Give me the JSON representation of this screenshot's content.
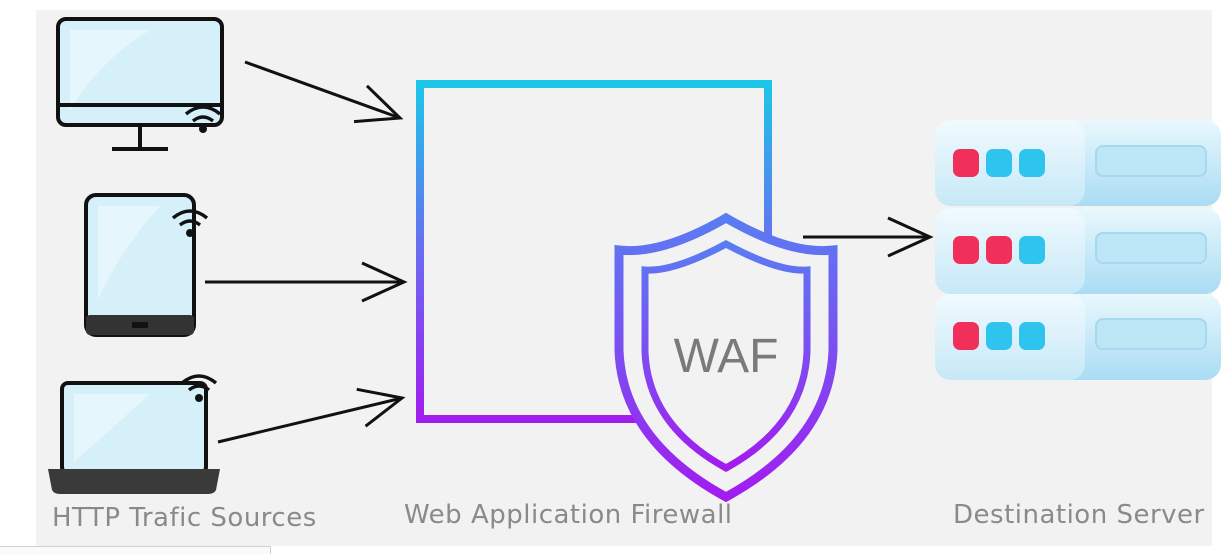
{
  "labels": {
    "sources": "HTTP Trafic Sources",
    "firewall": "Web Application Firewall",
    "server": "Destination Server"
  },
  "shield_text": "WAF",
  "icons": {
    "sources": [
      "monitor-icon",
      "tablet-icon",
      "laptop-icon"
    ],
    "firewall": "brick-wall-icon",
    "shield": "shield-icon",
    "server": "server-rack-icon"
  },
  "colors": {
    "panel_background": "#f2f2f2",
    "wall_gradient_top": "#1cc6e8",
    "wall_gradient_bottom": "#a21cf0",
    "device_screen": "#d6f0fa",
    "device_outline": "#111111",
    "label_text": "#8a8a8a",
    "server_led_red": "#f0305a",
    "server_led_cyan": "#2ec4ee",
    "server_body": "#cfeefa"
  }
}
